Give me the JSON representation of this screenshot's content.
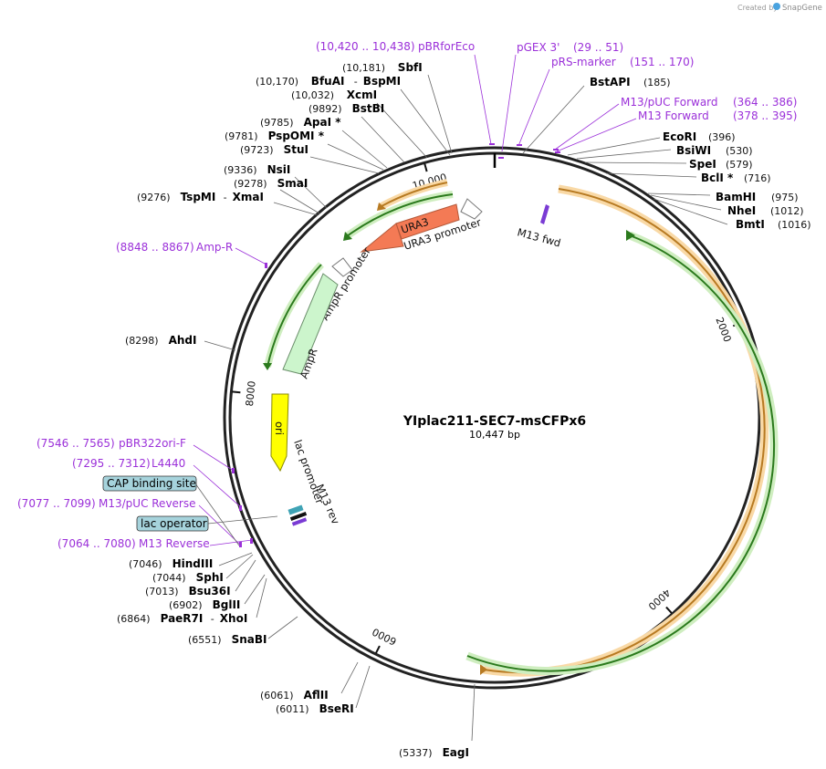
{
  "credit": {
    "created_by": "Created by",
    "brand": "SnapGene"
  },
  "plasmid": {
    "name": "YIplac211-SEC7-msCFPx6",
    "length_label": "10,447 bp"
  },
  "ticks": [
    "2000",
    "4000",
    "6000",
    "8000",
    "10,000"
  ],
  "enzymes": [
    {
      "name": "SbfI",
      "pos": "(10,181)"
    },
    {
      "name": "BfuAI",
      "pos": "(10,170)",
      "extra": "BspMI"
    },
    {
      "name": "XcmI",
      "pos": "(10,032)"
    },
    {
      "name": "BstBI",
      "pos": "(9892)"
    },
    {
      "name": "ApaI *",
      "pos": "(9785)"
    },
    {
      "name": "PspOMI *",
      "pos": "(9781)"
    },
    {
      "name": "StuI",
      "pos": "(9723)"
    },
    {
      "name": "NsiI",
      "pos": "(9336)"
    },
    {
      "name": "SmaI",
      "pos": "(9278)"
    },
    {
      "name": "TspMI",
      "pos": "(9276)",
      "extra": "XmaI"
    },
    {
      "name": "AhdI",
      "pos": "(8298)"
    },
    {
      "name": "HindIII",
      "pos": "(7046)"
    },
    {
      "name": "SphI",
      "pos": "(7044)"
    },
    {
      "name": "Bsu36I",
      "pos": "(7013)"
    },
    {
      "name": "BglII",
      "pos": "(6902)"
    },
    {
      "name": "PaeR7I",
      "pos": "(6864)",
      "extra": "XhoI"
    },
    {
      "name": "SnaBI",
      "pos": "(6551)"
    },
    {
      "name": "AflII",
      "pos": "(6061)"
    },
    {
      "name": "BseRI",
      "pos": "(6011)"
    },
    {
      "name": "EagI",
      "pos": "(5337)"
    },
    {
      "name": "BstAPI",
      "pos": "(185)"
    },
    {
      "name": "EcoRI",
      "pos": "(396)"
    },
    {
      "name": "BsiWI",
      "pos": "(530)"
    },
    {
      "name": "SpeI",
      "pos": "(579)"
    },
    {
      "name": "BclI *",
      "pos": "(716)"
    },
    {
      "name": "BamHI",
      "pos": "(975)"
    },
    {
      "name": "NheI",
      "pos": "(1012)"
    },
    {
      "name": "BmtI",
      "pos": "(1016)"
    }
  ],
  "primers": [
    {
      "name": "pBRforEco",
      "range": "(10,420 .. 10,438)"
    },
    {
      "name": "pGEX 3'",
      "range": "(29 .. 51)"
    },
    {
      "name": "pRS-marker",
      "range": "(151 .. 170)"
    },
    {
      "name": "M13/pUC Forward",
      "range": "(364 .. 386)"
    },
    {
      "name": "M13 Forward",
      "range": "(378 .. 395)"
    },
    {
      "name": "Amp-R",
      "range": "(8848 .. 8867)"
    },
    {
      "name": "pBR322ori-F",
      "range": "(7546 .. 7565)"
    },
    {
      "name": "L4440",
      "range": "(7295 .. 7312)"
    },
    {
      "name": "M13/pUC Reverse",
      "range": "(7077 .. 7099)"
    },
    {
      "name": "M13 Reverse",
      "range": "(7064 .. 7080)"
    }
  ],
  "boxed_features": [
    "CAP binding site",
    "lac operator"
  ],
  "features": {
    "ura3": "URA3",
    "ura3_promoter": "URA3 promoter",
    "ampr_promoter": "AmpR promoter",
    "ampr": "AmpR",
    "ori": "ori",
    "lac_promoter": "lac promoter",
    "m13_rev": "M13 rev",
    "m13_fwd": "M13 fwd"
  }
}
